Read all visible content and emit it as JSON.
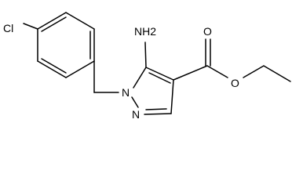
{
  "molecule": {
    "atoms": {
      "cl": "Cl",
      "nh2": "NH2",
      "n1": "N",
      "n2": "N",
      "o_carbonyl": "O",
      "o_ester": "O"
    }
  },
  "colors": {
    "bond": "#000000",
    "label": "#000000",
    "background": "#ffffff"
  }
}
